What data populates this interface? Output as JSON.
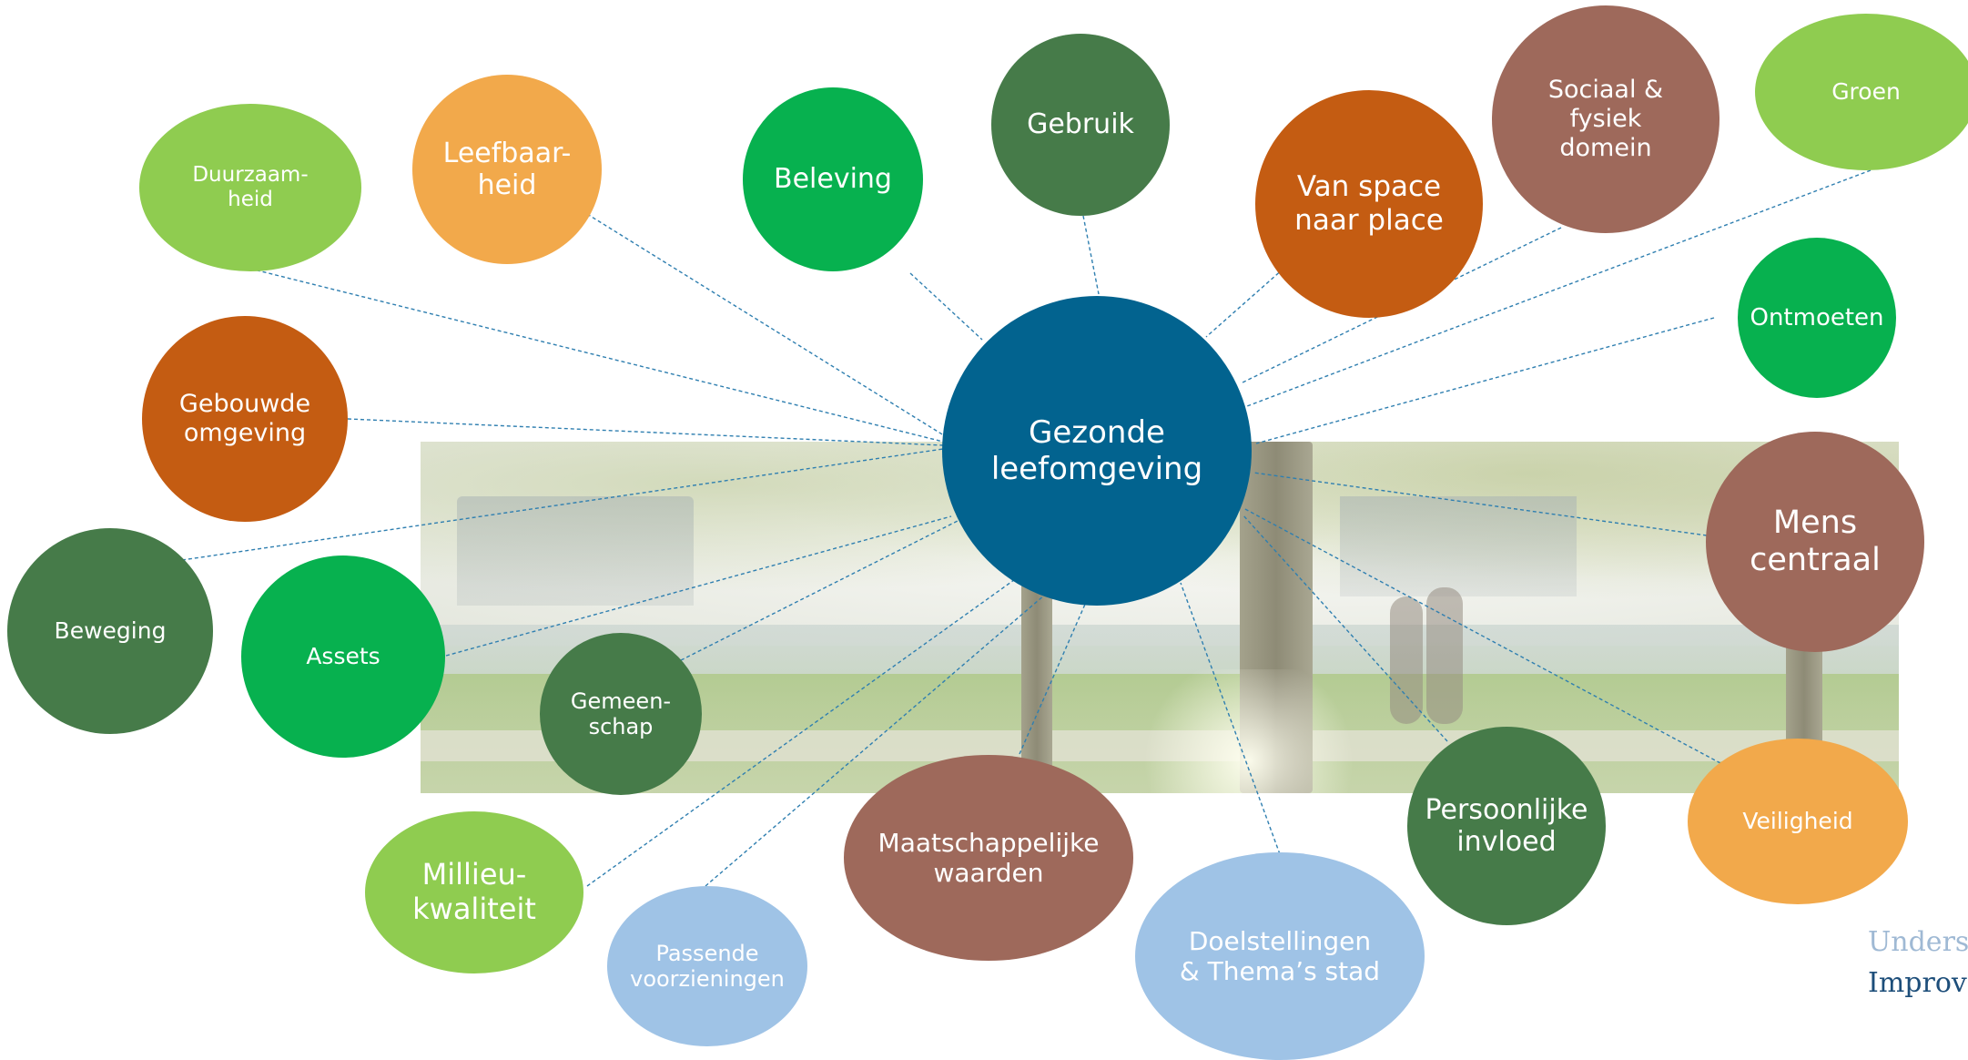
{
  "center": {
    "label": "Gezonde\nleefomgeving",
    "color": "#02638f"
  },
  "nodes": [
    {
      "id": "duurzaamheid",
      "label": "Duurzaam-\nheid",
      "color": "#8fcc50"
    },
    {
      "id": "leefbaarheid",
      "label": "Leefbaar-\nheid",
      "color": "#f2a94b"
    },
    {
      "id": "beleving",
      "label": "Beleving",
      "color": "#07b14f"
    },
    {
      "id": "gebruik",
      "label": "Gebruik",
      "color": "#467b49"
    },
    {
      "id": "van-space-naar-place",
      "label": "Van space\nnaar place",
      "color": "#c45c12"
    },
    {
      "id": "sociaal-fysiek-domein",
      "label": "Sociaal &\nfysiek\ndomein",
      "color": "#9e695b"
    },
    {
      "id": "groen",
      "label": "Groen",
      "color": "#8fcc50"
    },
    {
      "id": "ontmoeten",
      "label": "Ontmoeten",
      "color": "#07b14f"
    },
    {
      "id": "gebouwde-omgeving",
      "label": "Gebouwde\nomgeving",
      "color": "#c45c12"
    },
    {
      "id": "mens-centraal",
      "label": "Mens\ncentraal",
      "color": "#9e695b"
    },
    {
      "id": "beweging",
      "label": "Beweging",
      "color": "#467b49"
    },
    {
      "id": "assets",
      "label": "Assets",
      "color": "#07b14f"
    },
    {
      "id": "gemeenschap",
      "label": "Gemeen-\nschap",
      "color": "#467b49"
    },
    {
      "id": "persoonlijke-invloed",
      "label": "Persoonlijke\ninvloed",
      "color": "#467b49"
    },
    {
      "id": "veiligheid",
      "label": "Veiligheid",
      "color": "#f2a94b"
    },
    {
      "id": "milieukwaliteit",
      "label": "Millieu-\nkwaliteit",
      "color": "#8fcc50"
    },
    {
      "id": "maatschappelijke-waarden",
      "label": "Maatschappelijke\nwaarden",
      "color": "#9e695b"
    },
    {
      "id": "passende-voorzieningen",
      "label": "Passende\nvoorzieningen",
      "color": "#9fc3e6"
    },
    {
      "id": "doelstellingen-themas-stad",
      "label": "Doelstellingen\n& Thema’s stad",
      "color": "#9fc3e6"
    }
  ],
  "link_color": "#2f7fb0",
  "brand": {
    "line1": "Unders",
    "line2": "Improv"
  }
}
